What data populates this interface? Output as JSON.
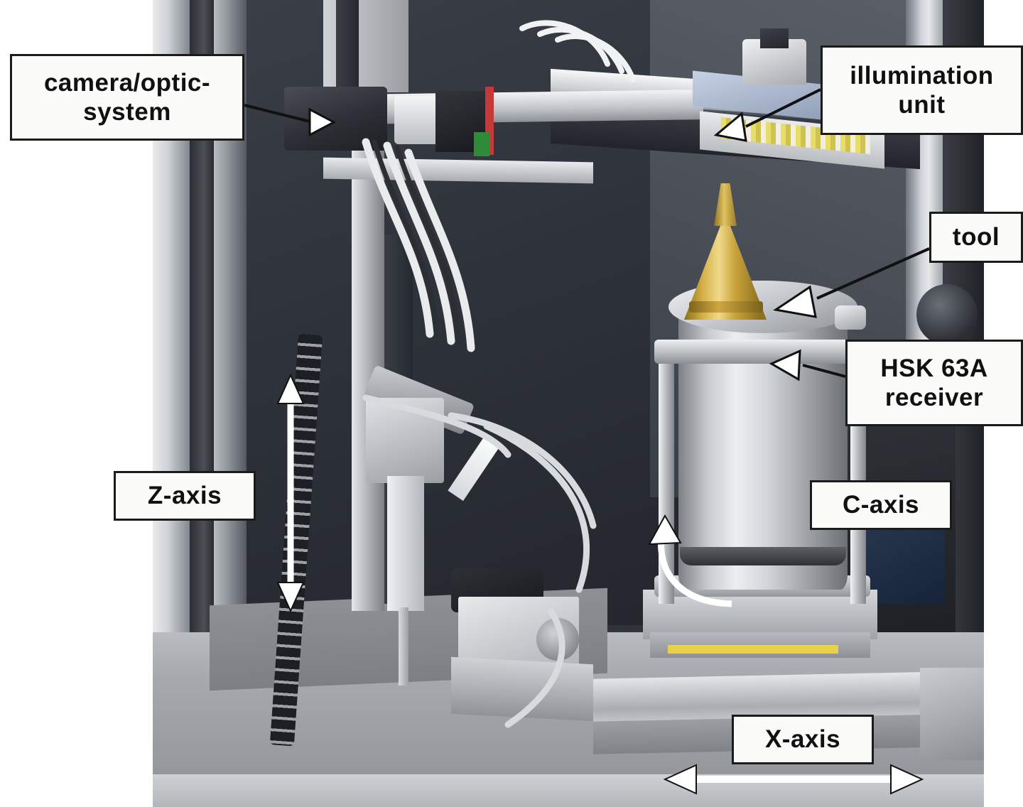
{
  "figure": {
    "type": "annotated-photograph",
    "subject": "CNC tool measuring and inspection machine interior",
    "background_color": "#ffffff",
    "label_box_fill": "#fbfbf9",
    "label_box_border": "#1b1b1b",
    "arrow_color": "#ffffff",
    "arrow_outline": "#111111"
  },
  "labels": [
    {
      "id": "camera-optic-system",
      "line1": "camera/optic-",
      "line2": "system",
      "text": "camera/optic-system"
    },
    {
      "id": "illumination-unit",
      "line1": "illumination",
      "line2": "unit",
      "text": "illumination unit"
    },
    {
      "id": "tool",
      "line1": "tool",
      "line2": "",
      "text": "tool"
    },
    {
      "id": "hsk-63a-receiver",
      "line1": "HSK 63A",
      "line2": "receiver",
      "text": "HSK 63A receiver"
    },
    {
      "id": "z-axis",
      "line1": "Z-axis",
      "line2": "",
      "text": "Z-axis"
    },
    {
      "id": "c-axis",
      "line1": "C-axis",
      "line2": "",
      "text": "C-axis"
    },
    {
      "id": "x-axis",
      "line1": "X-axis",
      "line2": "",
      "text": "X-axis"
    }
  ],
  "axes": [
    {
      "id": "z-axis",
      "motion": "linear",
      "direction": "vertical",
      "arrowheads": "double"
    },
    {
      "id": "x-axis",
      "motion": "linear",
      "direction": "horizontal",
      "arrowheads": "double"
    },
    {
      "id": "c-axis",
      "motion": "rotational",
      "direction": "curved",
      "arrowheads": "single"
    }
  ],
  "components": [
    {
      "id": "camera-optic-system",
      "description": "camera and optics assembly on upper gantry"
    },
    {
      "id": "illumination-unit",
      "description": "LED illumination bar on angled mount"
    },
    {
      "id": "tool",
      "description": "gold coated cutting tool cone"
    },
    {
      "id": "hsk-63a-receiver",
      "description": "HSK 63A tool holder receiver on spindle"
    },
    {
      "id": "spindle-cage",
      "description": "cylindrical C-axis rotary spindle in cage"
    },
    {
      "id": "linear-rail",
      "description": "X-axis linear rail at machine base"
    },
    {
      "id": "cable-chain",
      "description": "energy cable drag chain along Z column"
    }
  ]
}
